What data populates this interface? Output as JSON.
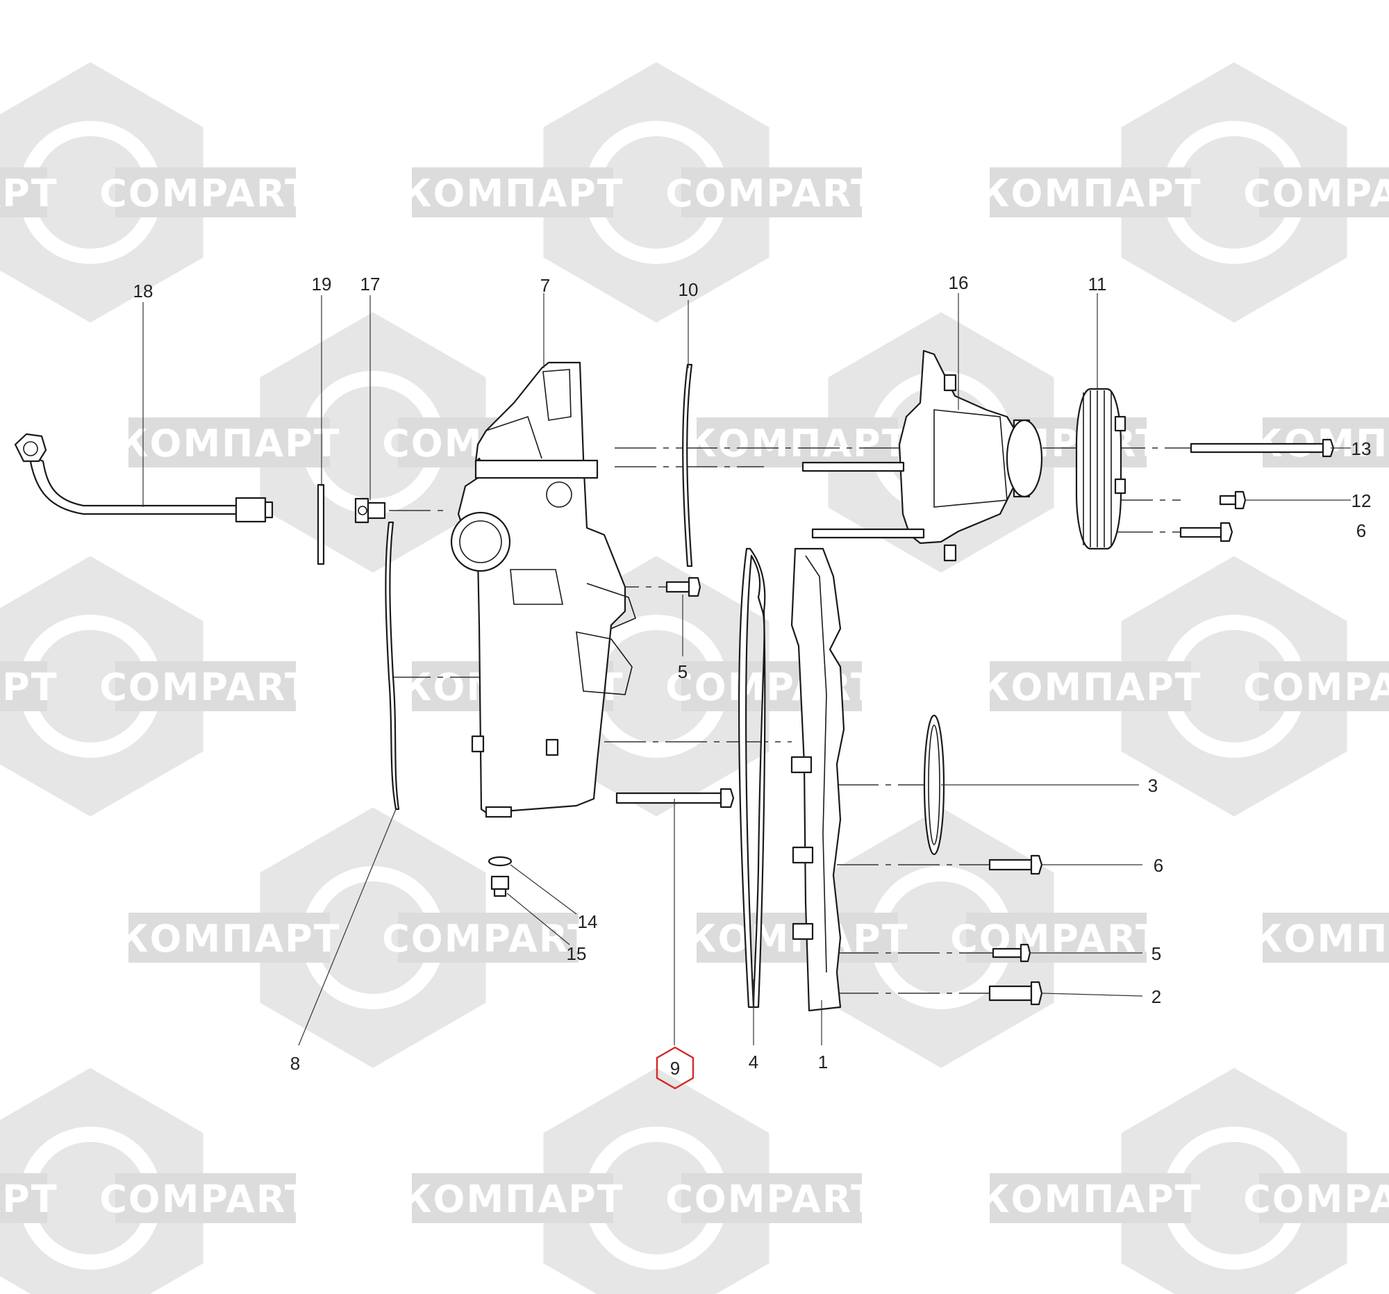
{
  "watermark": {
    "text_cyrillic": "КОМПАРТ",
    "text_latin": "COMPART",
    "color_shape": "#e6e6e6",
    "color_band": "#dcdcdc"
  },
  "highlight_color": "#d62828",
  "callouts": {
    "c1": "1",
    "c2": "2",
    "c3": "3",
    "c4": "4",
    "c5a": "5",
    "c5b": "5",
    "c6a": "6",
    "c6b": "6",
    "c7": "7",
    "c8": "8",
    "c9": "9",
    "c10": "10",
    "c11": "11",
    "c12": "12",
    "c13": "13",
    "c14": "14",
    "c15": "15",
    "c16": "16",
    "c17": "17",
    "c18": "18",
    "c19": "19"
  }
}
